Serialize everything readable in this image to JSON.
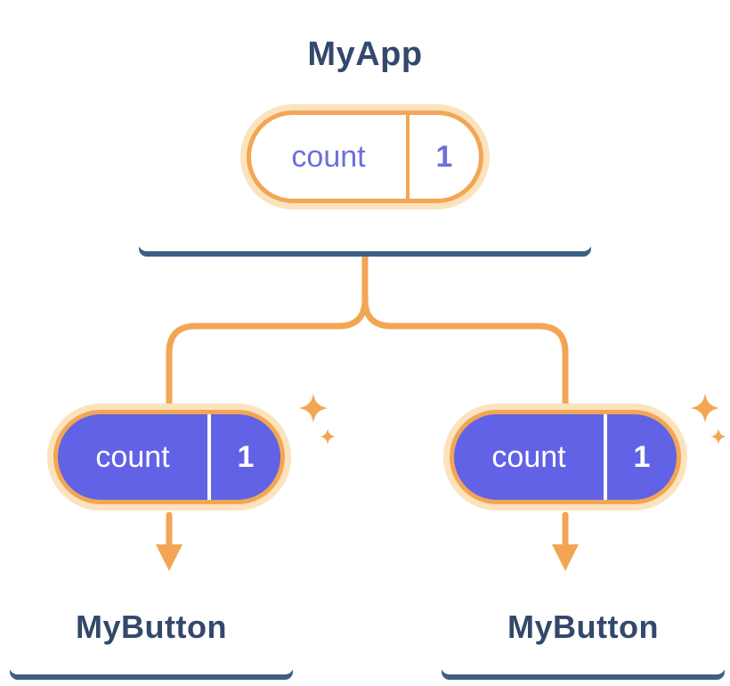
{
  "tree": {
    "root": {
      "name": "MyApp",
      "state": {
        "label": "count",
        "value": "1"
      }
    },
    "children": [
      {
        "name": "MyButton",
        "prop": {
          "label": "count",
          "value": "1"
        }
      },
      {
        "name": "MyButton",
        "prop": {
          "label": "count",
          "value": "1"
        }
      }
    ]
  },
  "icons": {
    "sparkle": "✦"
  },
  "colors": {
    "accent_orange": "#F2A654",
    "halo_orange": "#FBE3BD",
    "purple": "#6262E6",
    "purple_text": "#6E6EDB",
    "navy_text": "#33486B",
    "card_shadow": "#3D5F83",
    "card_bg": "#FFFFFF"
  }
}
